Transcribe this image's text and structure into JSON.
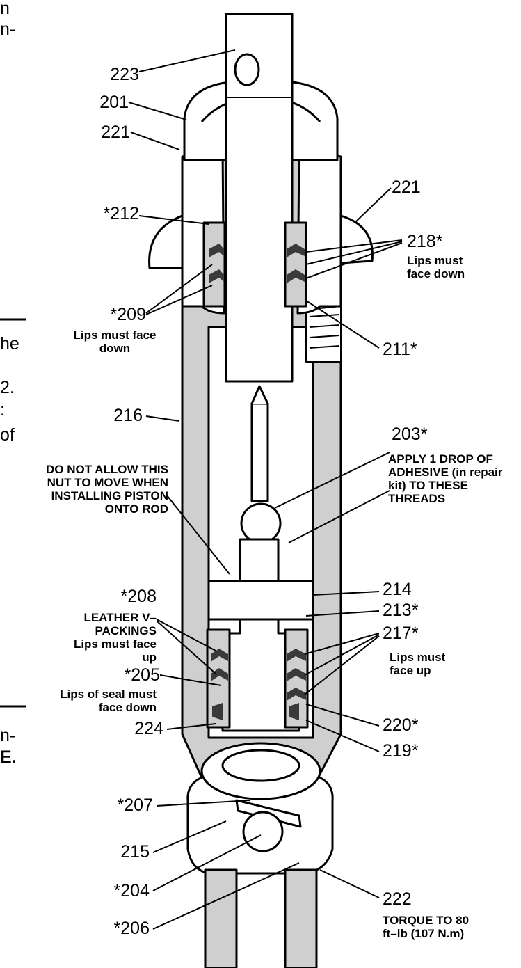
{
  "side_text": {
    "f1": "n",
    "f2": "n-",
    "f3": "he",
    "f4": "2.",
    "f5": ":",
    "f6": "of",
    "f7": "n-",
    "f8": "E."
  },
  "labels": {
    "l223": "223",
    "l201": "201",
    "l221a": "221",
    "l221b": "221",
    "l212": "*212",
    "l218": "218*",
    "l209": "*209",
    "l211": "211*",
    "l216": "216",
    "l203": "203*",
    "l208": "*208",
    "l214": "214",
    "l213": "213*",
    "l217": "217*",
    "l205": "*205",
    "l220": "220*",
    "l224": "224",
    "l219": "219*",
    "l207": "*207",
    "l215": "215",
    "l204": "*204",
    "l222": "222",
    "l206": "*206"
  },
  "notes": {
    "n218": "Lips must face down",
    "n209": "Lips must face down",
    "n_nut": "DO NOT ALLOW THIS NUT TO MOVE WHEN INSTALLING PISTON ONTO ROD",
    "n_adhesive": "APPLY 1 DROP OF ADHESIVE (in repair kit) TO THESE THREADS",
    "n208": "LEATHER V–PACKINGS Lips must face up",
    "n217": "Lips must face up",
    "n205": "Lips of seal must face down",
    "n222": "TORQUE TO 80 ft–lb (107 N.m)"
  },
  "colors": {
    "line": "#000000",
    "body_gray": "#cfcfcf",
    "packing_dark": "#3a3a3a",
    "white": "#ffffff"
  }
}
